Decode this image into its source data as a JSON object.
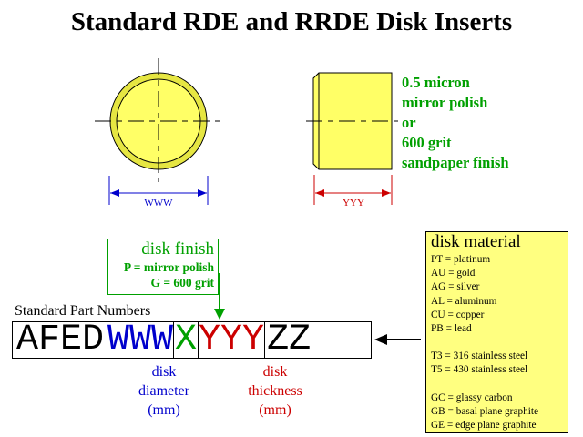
{
  "title": "Standard RDE and RRDE Disk Inserts",
  "finish_notes": [
    "0.5 micron",
    "mirror polish",
    "or",
    "600 grit",
    "sandpaper finish"
  ],
  "dimension_labels": {
    "diameter": "WWW",
    "thickness": "YYY"
  },
  "disk_finish": {
    "heading": "disk finish",
    "options": [
      "P = mirror polish",
      "G = 600 grit"
    ]
  },
  "disk_material": {
    "heading": "disk material",
    "groups": [
      [
        "PT = platinum",
        "AU = gold",
        "AG = silver",
        "AL = aluminum",
        "CU = copper",
        "PB = lead"
      ],
      [
        "T3 = 316 stainless steel",
        "T5 = 430 stainless steel"
      ],
      [
        "GC = glassy carbon",
        "GB = basal plane graphite",
        "GE = edge plane graphite"
      ]
    ]
  },
  "part_number": {
    "label": "Standard Part Numbers",
    "segments": {
      "prefix": "AFED",
      "diameter": "WWW",
      "finish": "X",
      "thickness": "YYY",
      "material": "ZZ"
    }
  },
  "diameter_caption": [
    "disk",
    "diameter",
    "(mm)"
  ],
  "thickness_caption": [
    "disk",
    "thickness",
    "(mm)"
  ],
  "colors": {
    "disk_fill": "#ffff66",
    "diameter": "#0000cc",
    "finish": "#00a000",
    "thickness": "#cc0000",
    "material_box": "#ffff80"
  }
}
